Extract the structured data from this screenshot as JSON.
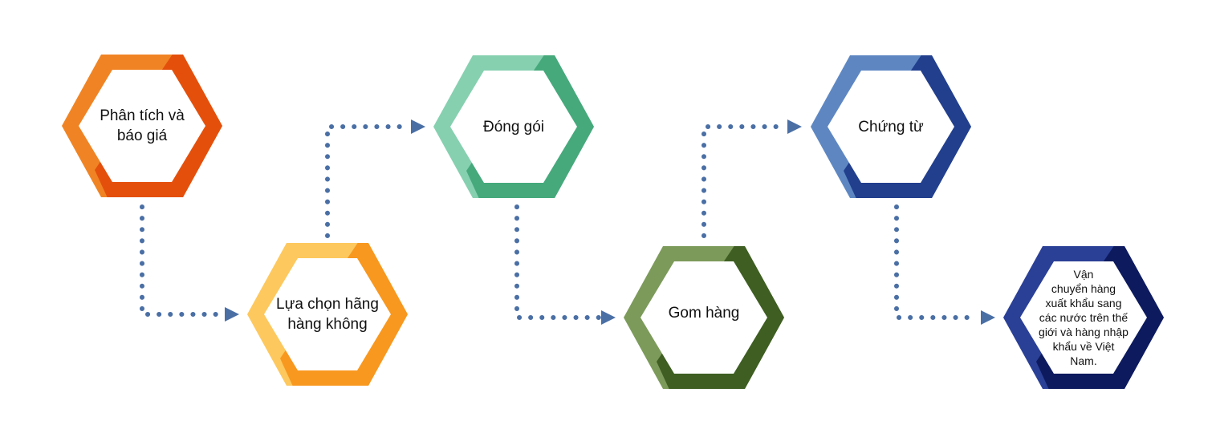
{
  "steps": [
    {
      "label": "Phân tích và\nbáo giá",
      "light": "#f08424",
      "dark": "#e4500c"
    },
    {
      "label": "Lựa chọn hãng\nhàng không",
      "light": "#fdc85e",
      "dark": "#f8981f"
    },
    {
      "label": "Đóng gói",
      "light": "#86d0b0",
      "dark": "#46a97c"
    },
    {
      "label": "Gom hàng",
      "light": "#7c9a5a",
      "dark": "#3e5e22"
    },
    {
      "label": "Chứng từ",
      "light": "#5e87c2",
      "dark": "#223f8e"
    },
    {
      "label": "Vận\nchuyển hàng\nxuất khẩu sang\ncác nước trên thế\ngiới và hàng nhập\nkhẩu về Việt\nNam.",
      "light": "#2a3f96",
      "dark": "#0d1a5e"
    }
  ],
  "connector_color": "#4a6fa5"
}
